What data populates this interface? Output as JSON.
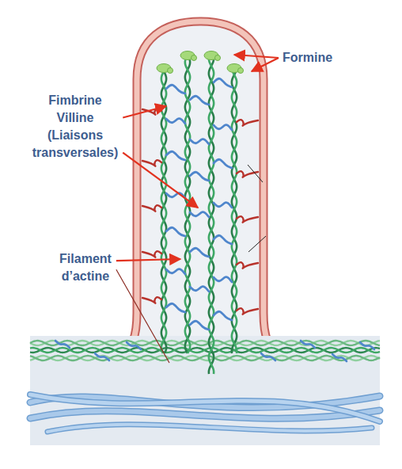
{
  "diagram": {
    "labels": [
      "Formine",
      "Fimbrine Villine (Liaisons transversales)",
      "Filament d’actine"
    ]
  }
}
